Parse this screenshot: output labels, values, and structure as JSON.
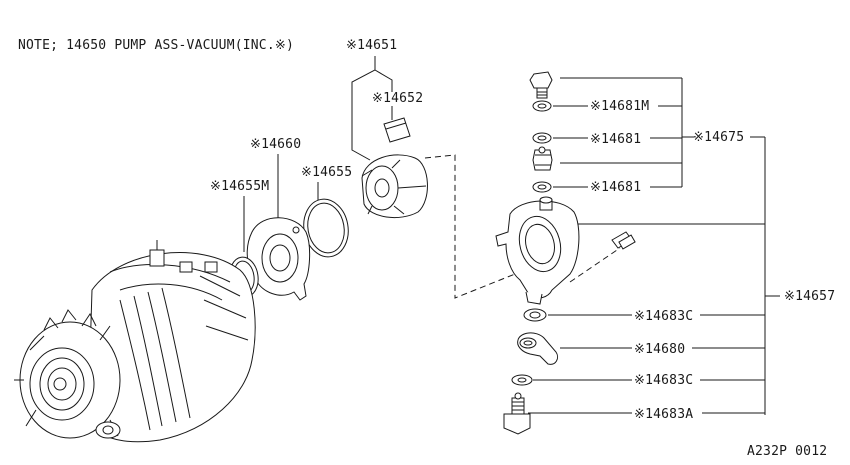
{
  "note": "NOTE; 14650 PUMP ASS-VACUUM(INC.※)",
  "figure_code": "A232P 0012",
  "labels": {
    "p14651": "※14651",
    "p14652": "※14652",
    "p14660": "※14660",
    "p14655": "※14655",
    "p14655M": "※14655M",
    "p14681M": "※14681M",
    "p14681a": "※14681",
    "p14681b": "※14681",
    "p14675": "※14675",
    "p14657": "※14657",
    "p14683C_a": "※14683C",
    "p14680": "※14680",
    "p14683C_b": "※14683C",
    "p14683A": "※14683A"
  }
}
